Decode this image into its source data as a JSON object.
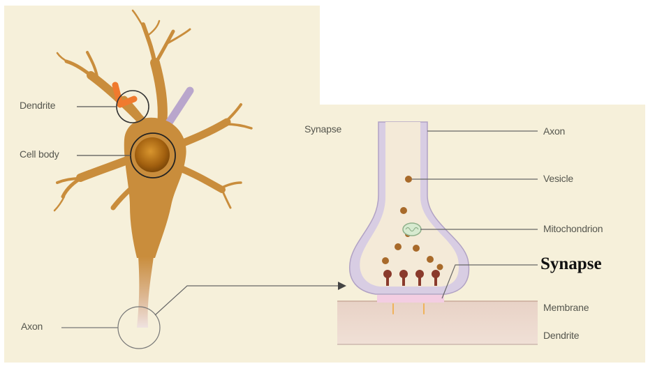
{
  "colors": {
    "paper": "#f6f0da",
    "cell_fill": "#c98d3c",
    "nucleus": "#9a5a0e",
    "dendrite_highlight": "#f07a2e",
    "axon_sheath": "#c9bfd6",
    "vesicle": "#a86a2a",
    "membrane": "#e7d3c8",
    "leader_line": "#555555"
  },
  "neuron": {
    "labels": {
      "dendrite": "Dendrite",
      "cell_body": "Cell body",
      "axon": "Axon"
    }
  },
  "synapse_detail": {
    "labels": {
      "synapse_small": "Synapse",
      "axon": "Axon",
      "vesicle": "Vesicle",
      "mitochondrion": "Mitochondrion",
      "synapse_big": "Synapse",
      "membrane": "Membrane",
      "dendrite": "Dendrite"
    }
  }
}
